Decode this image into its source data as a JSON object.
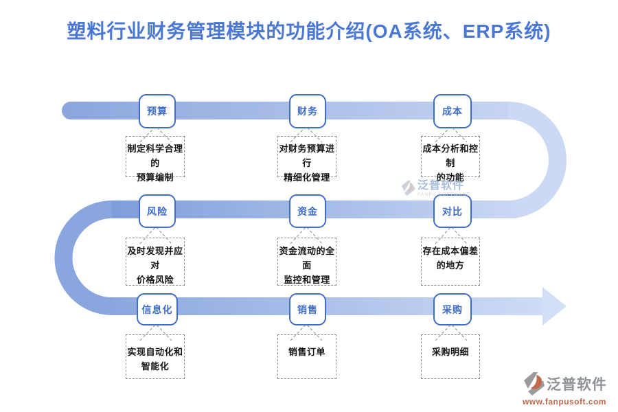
{
  "title": "塑料行业财务管理模块的功能介绍(OA系统、ERP系统)",
  "nodes": [
    {
      "label": "预算",
      "desc": [
        "制定科学合理的",
        "预算编制"
      ]
    },
    {
      "label": "财务",
      "desc": [
        "对财务预算进行",
        "精细化管理"
      ]
    },
    {
      "label": "成本",
      "desc": [
        "成本分析和控制",
        "的功能"
      ]
    },
    {
      "label": "风险",
      "desc": [
        "及时发现并应对",
        "价格风险"
      ]
    },
    {
      "label": "资金",
      "desc": [
        "资金流动的全面",
        "监控和管理"
      ]
    },
    {
      "label": "对比",
      "desc": [
        "存在成本偏差",
        "的地方"
      ]
    },
    {
      "label": "信息化",
      "desc": [
        "实现自动化和",
        "智能化"
      ]
    },
    {
      "label": "销售",
      "desc": [
        "销售订单"
      ]
    },
    {
      "label": "采购",
      "desc": [
        "采购明细"
      ]
    }
  ],
  "watermark": {
    "name": "泛普软件",
    "subtitle": "FANPU SOFTWARE"
  },
  "footer": {
    "brand": "泛普软件",
    "url": "www.fanpusoft.com"
  },
  "colors": {
    "title_blue": "#4a77d3",
    "node_border_blue": "#3e6cc8",
    "flow_dark_blue": "#7e9eda",
    "flow_mid_blue": "#8ba6de",
    "flow_light_blue": "#cbd9f4",
    "arrow_light_blue": "#d3dff6",
    "brand_gray": "#8f9297",
    "brand_orange": "#c2694b"
  }
}
